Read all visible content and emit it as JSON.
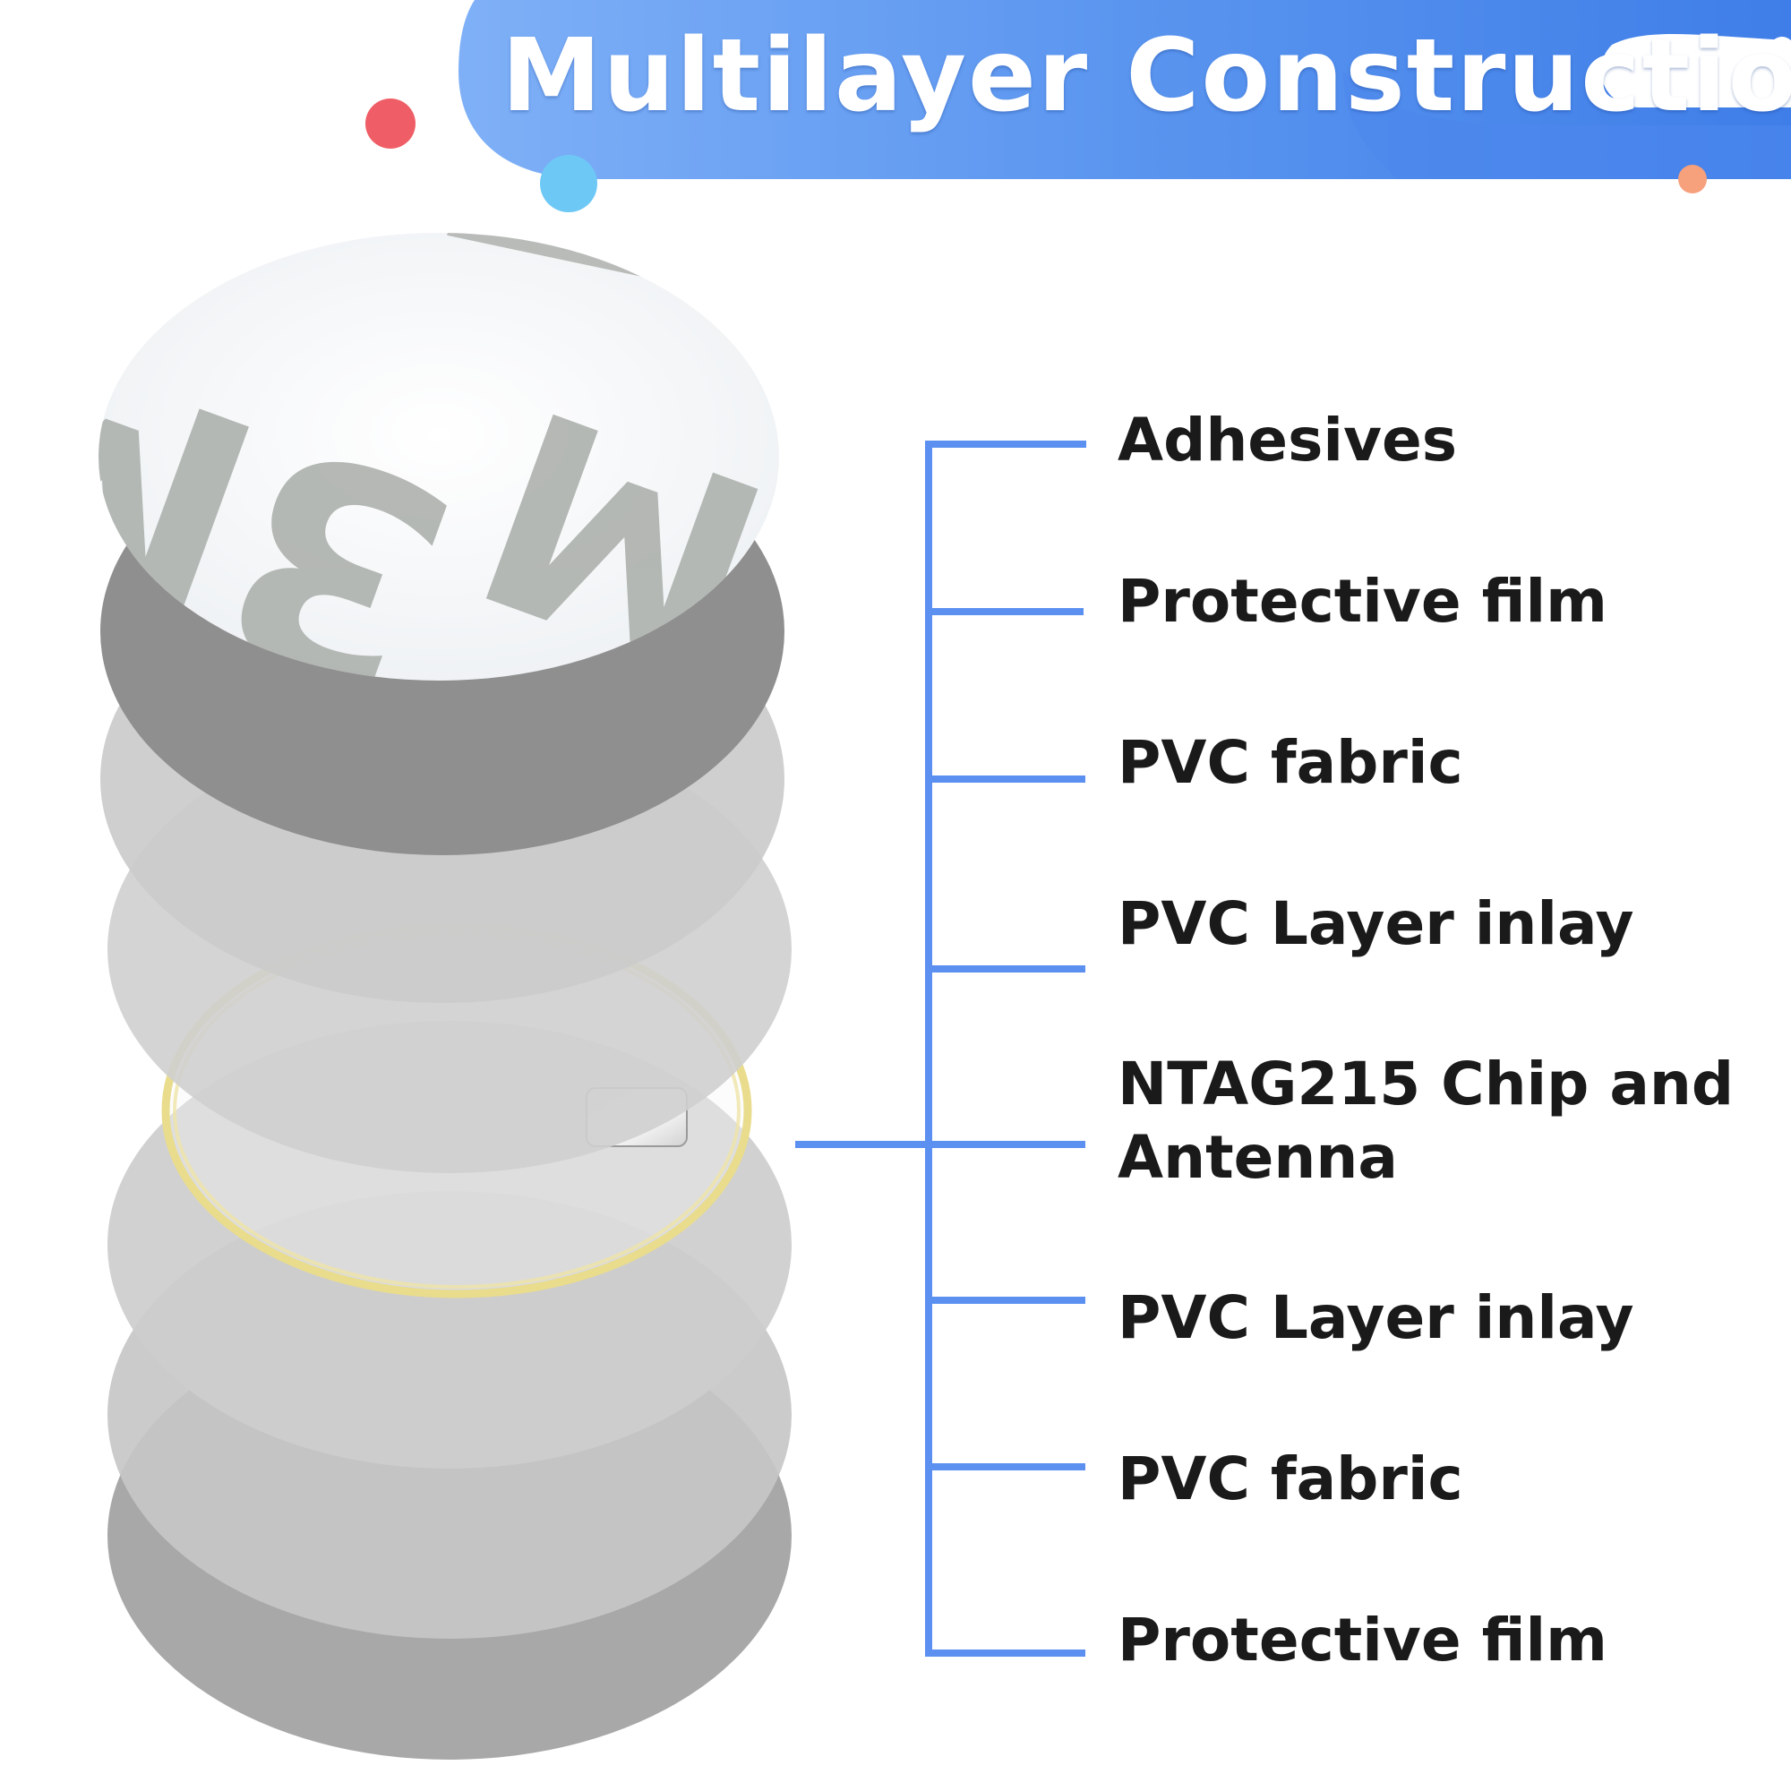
{
  "title": "Multilayer Construction",
  "colors": {
    "banner_blue": "#5a95ef",
    "banner_light": "#7fb0f7",
    "bracket_blue": "#5b8ff0",
    "antenna_gold": "#e9dc8c",
    "dot_red": "#ef5e66",
    "dot_cyan": "#6ec8f6",
    "dot_orange": "#f6a07c"
  },
  "layers": [
    {
      "label": "Adhesives"
    },
    {
      "label": "Protective film"
    },
    {
      "label": "PVC fabric"
    },
    {
      "label": "PVC Layer inlay"
    },
    {
      "label": "NTAG215 Chip and Antenna"
    },
    {
      "label": "PVC Layer inlay"
    },
    {
      "label": "PVC fabric"
    },
    {
      "label": "Protective film"
    }
  ],
  "adhesive_print": "3M"
}
